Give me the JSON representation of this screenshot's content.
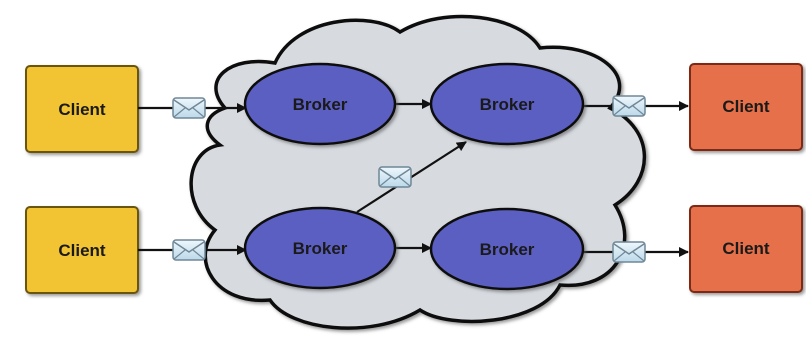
{
  "diagram": {
    "client_left_top": "Client",
    "client_left_bottom": "Client",
    "client_right_top": "Client",
    "client_right_bottom": "Client",
    "broker_top_left": "Broker",
    "broker_top_right": "Broker",
    "broker_bottom_left": "Broker",
    "broker_bottom_right": "Broker"
  },
  "colors": {
    "client_left_fill": "#f2c331",
    "client_right_fill": "#e66f48",
    "broker_fill": "#5b5fc2",
    "cloud_fill": "#d7dbe0",
    "envelope_fill": "#d9ecf7",
    "line": "#111111"
  },
  "icons": [
    "envelope-icon",
    "arrow-icon",
    "cloud-shape"
  ]
}
